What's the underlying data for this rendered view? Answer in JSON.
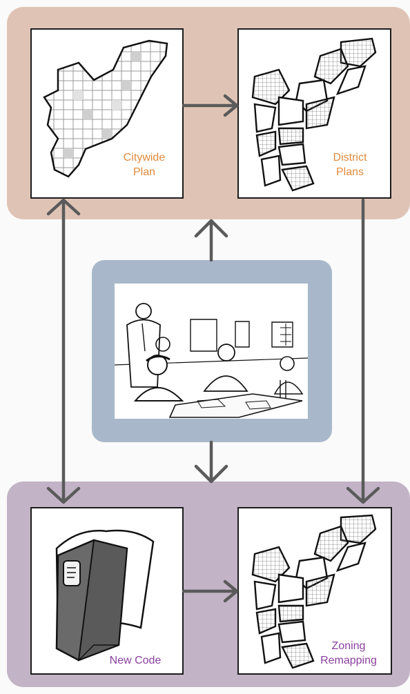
{
  "colors": {
    "top_band": "#dfc4b6",
    "bottom_band": "#c3b3c6",
    "center_frame": "#a8b8ca",
    "arrow": "#5a5a5a",
    "plan_label": "#e08a3c",
    "code_label": "#8a3f9e"
  },
  "panels": {
    "citywide_plan": {
      "label": "Citywide\nPlan"
    },
    "district_plans": {
      "label": "District\nPlans"
    },
    "new_code": {
      "label": "New Code"
    },
    "zoning_remapping": {
      "label": "Zoning\nRemapping"
    }
  },
  "center": {
    "image": "community-meeting-sketch"
  }
}
